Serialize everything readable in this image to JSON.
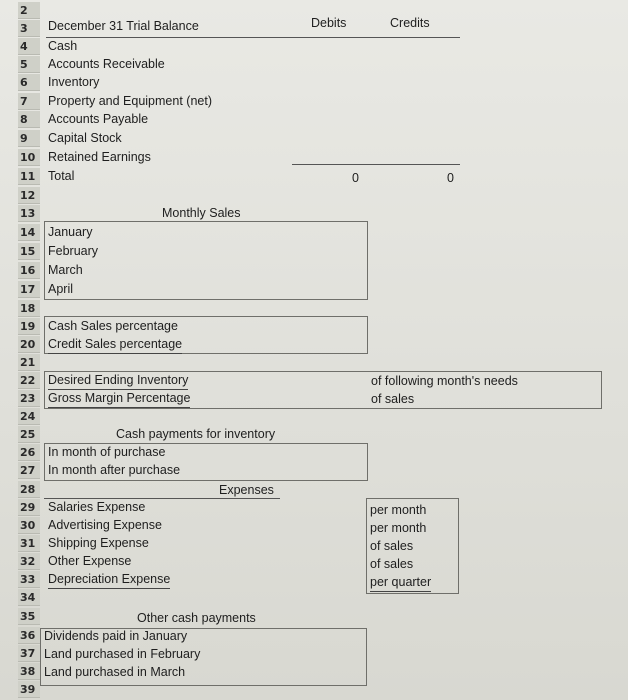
{
  "row_numbers": [
    "2",
    "3",
    "4",
    "5",
    "6",
    "7",
    "8",
    "9",
    "10",
    "11",
    "12",
    "13",
    "14",
    "15",
    "16",
    "17",
    "18",
    "19",
    "20",
    "21",
    "22",
    "23",
    "24",
    "25",
    "26",
    "27",
    "28",
    "29",
    "30",
    "31",
    "32",
    "33",
    "34",
    "35",
    "36",
    "37",
    "38",
    "39"
  ],
  "trial_balance": {
    "title": "December 31 Trial Balance",
    "debits_header": "Debits",
    "credits_header": "Credits",
    "accounts": [
      "Cash",
      "Accounts Receivable",
      "Inventory",
      "Property and Equipment (net)",
      "Accounts Payable",
      "Capital Stock",
      "Retained Earnings"
    ],
    "total_label": "Total",
    "total_debits": "0",
    "total_credits": "0"
  },
  "monthly_sales": {
    "header": "Monthly Sales",
    "months": [
      "January",
      "February",
      "March",
      "April"
    ]
  },
  "sales_percentages": [
    "Cash Sales percentage",
    "Credit Sales percentage"
  ],
  "inventory": {
    "desired_label": "Desired Ending Inventory",
    "desired_note": "of following month's needs",
    "margin_label": "Gross Margin Percentage",
    "margin_note": "of sales"
  },
  "cash_payments": {
    "header": "Cash payments for inventory",
    "items": [
      "In month of purchase",
      "In month after purchase"
    ]
  },
  "expenses": {
    "header": "Expenses",
    "items": [
      {
        "label": "Salaries Expense",
        "note": "per month"
      },
      {
        "label": "Advertising Expense",
        "note": "per month"
      },
      {
        "label": "Shipping Expense",
        "note": "of sales"
      },
      {
        "label": "Other Expense",
        "note": "of sales"
      },
      {
        "label": "Depreciation Expense",
        "note": "per quarter"
      }
    ]
  },
  "other_cash": {
    "header": "Other cash payments",
    "items": [
      "Dividends paid in January",
      "Land purchased in February",
      "Land purchased in March"
    ]
  }
}
